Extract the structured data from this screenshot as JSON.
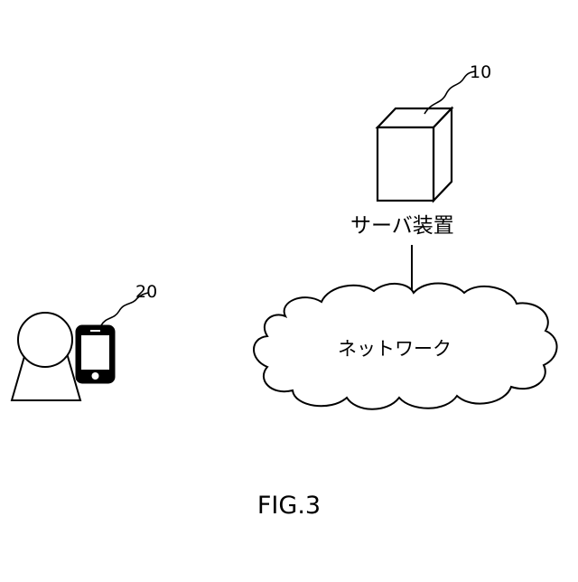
{
  "figure": {
    "caption": "FIG.3"
  },
  "server": {
    "ref": "10",
    "label": "サーバ装置"
  },
  "network": {
    "label": "ネットワーク"
  },
  "user": {
    "ref": "20"
  },
  "colors": {
    "line": "#000000",
    "background": "#ffffff",
    "phone_body": "#000000",
    "phone_screen": "#ffffff"
  }
}
